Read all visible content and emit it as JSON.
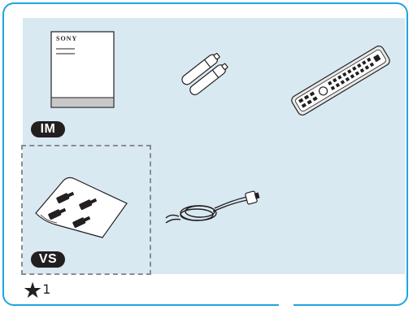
{
  "items": {
    "manual": {
      "brand": "SONY",
      "badge": "IM"
    },
    "mounting_kit": {
      "badge": "VS"
    }
  },
  "footnote": {
    "symbol": "★",
    "number": "1"
  },
  "colors": {
    "frame": "#1fa5e0",
    "panel": "#d8e9f2",
    "badge": "#231f20"
  },
  "icons": [
    "manual-icon",
    "batteries-icon",
    "remote-control-icon",
    "screws-bag-icon",
    "power-cord-icon"
  ]
}
